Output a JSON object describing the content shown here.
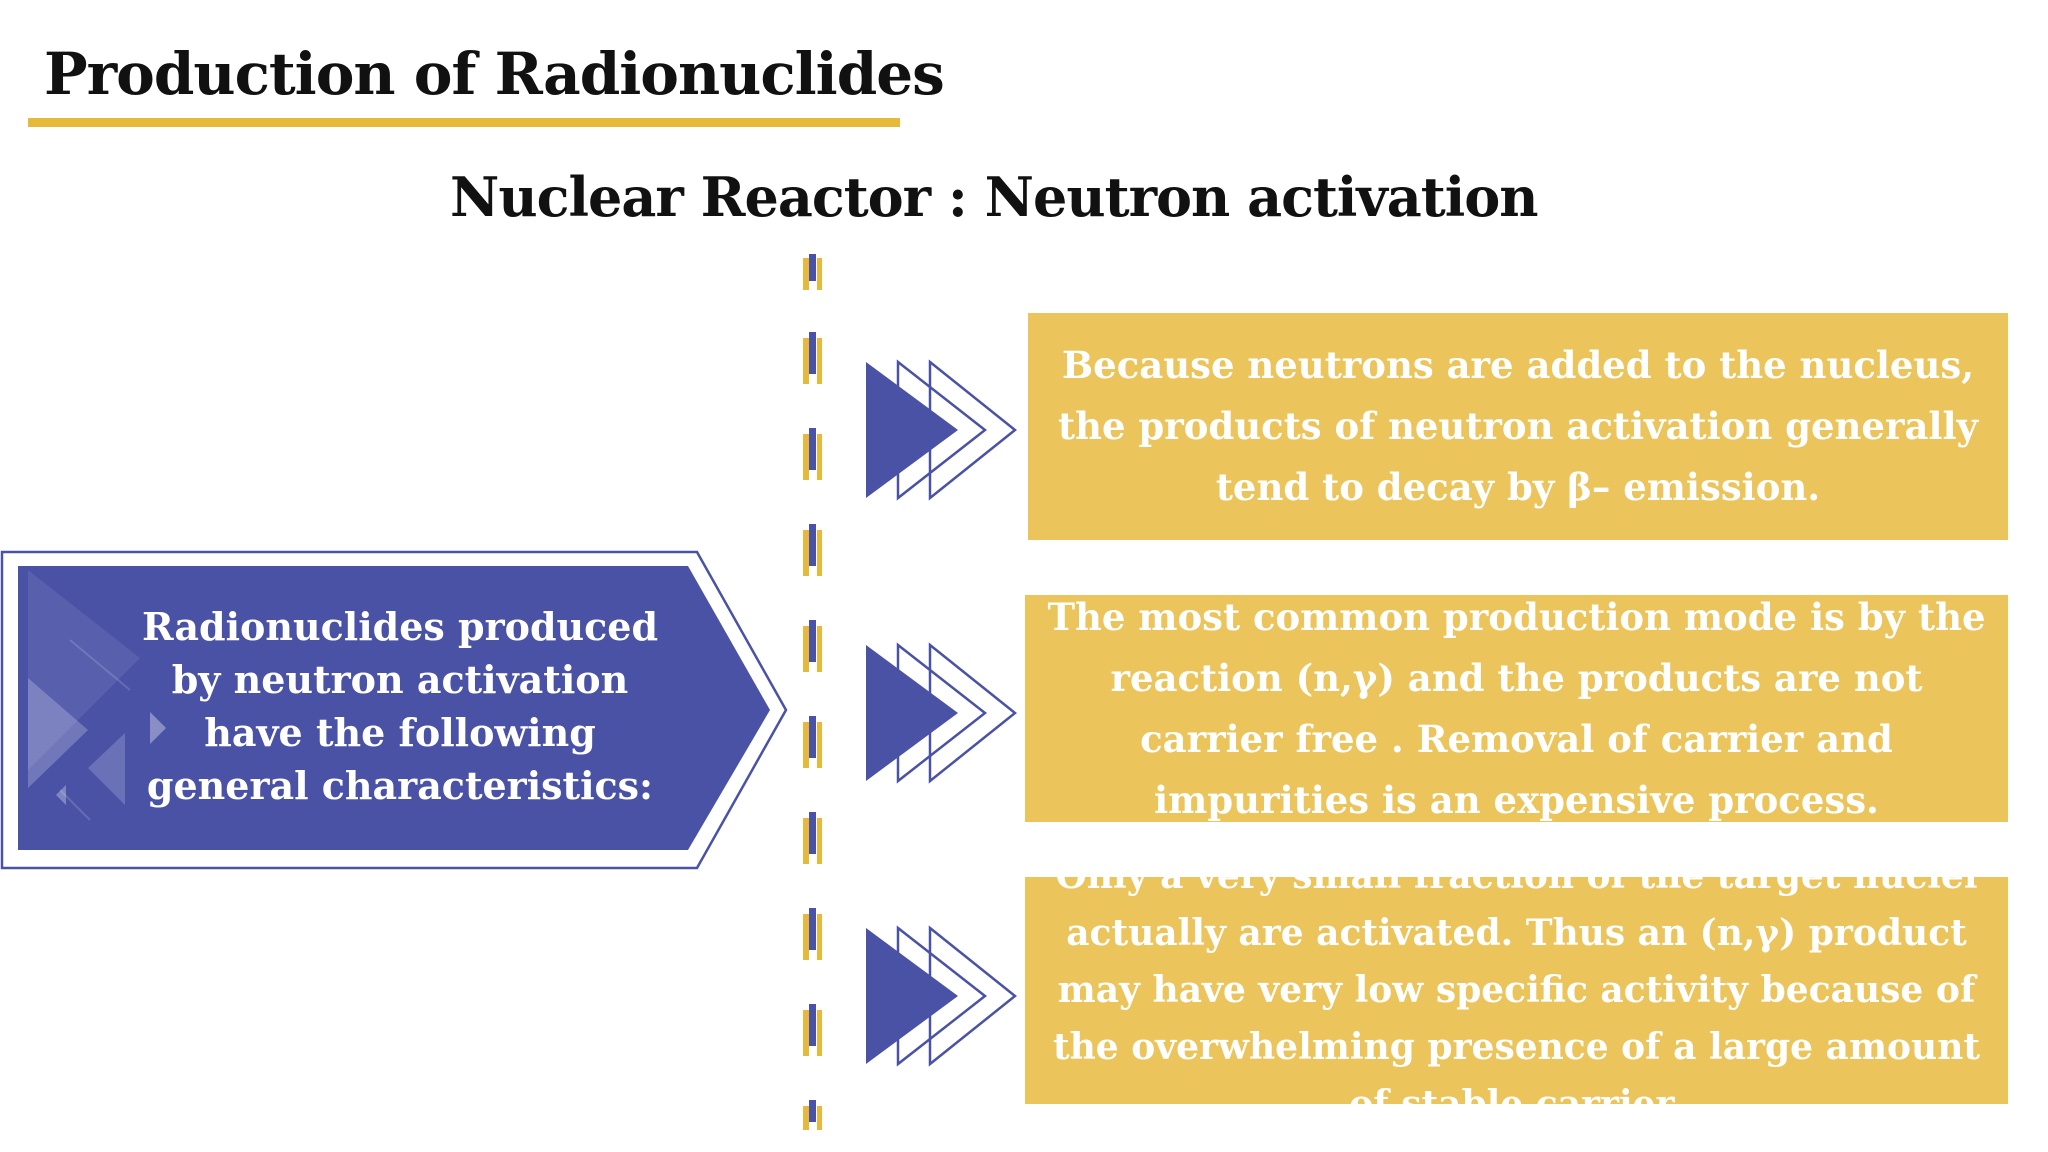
{
  "slide": {
    "title": "Production of Radionuclides",
    "subtitle": "Nuclear Reactor :  Neutron activation"
  },
  "left_panel": {
    "text": "Radionuclides produced by neutron activation have the following general characteristics:"
  },
  "boxes": [
    {
      "text": "Because neutrons are added to the nucleus, the products of neutron activation generally tend to decay by β– emission."
    },
    {
      "text": "The most common production mode is by the reaction (n,γ) and the products are not carrier free . Removal of carrier and impurities is an expensive process."
    },
    {
      "text": "Only a very small fraction of the target nuclei actually are activated. Thus an (n,γ) product may have very low specific activity because of the overwhelming presence of a large amount of  stable carrier."
    }
  ],
  "colors": {
    "accent_gold": "#E7B93A",
    "box_gold": "#EBC45B",
    "indigo": "#4A52A6",
    "text_dark": "#111111"
  }
}
